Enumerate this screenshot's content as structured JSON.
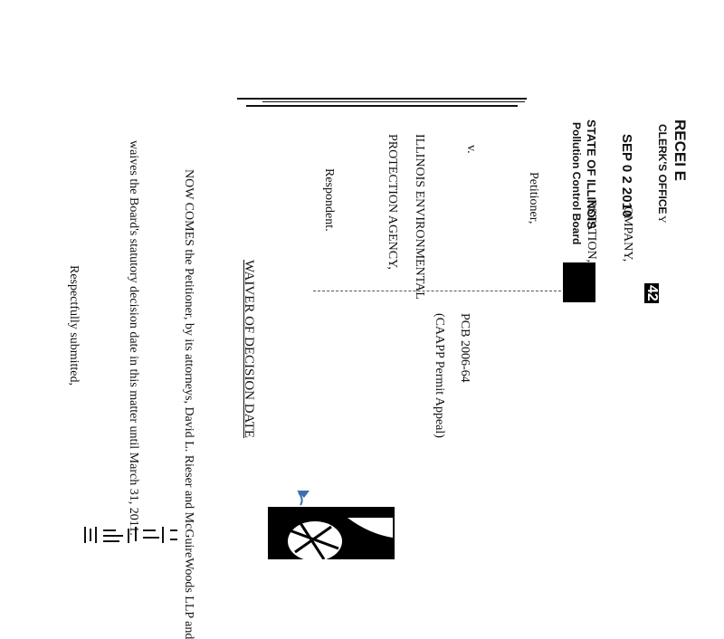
{
  "stamp": {
    "received": "RECEI E",
    "clerks_office": "CLERK'S OFFICE",
    "date": "SEP 0 2 2010",
    "state": "STATE OF ILLINOIS",
    "board": "Pollution Control Board",
    "seal_number": "42"
  },
  "caption": {
    "by_fragment": "Y",
    "petitioner_name_1": "OMPANY,",
    "petitioner_name_2": "RSTATION,",
    "petitioner_label": "Petitioner,",
    "v": "v.",
    "respondent_name_1": "ILLINOIS ENVIRONMENTAL",
    "respondent_name_2": "PROTECTION AGENCY,",
    "respondent_label": "Respondent.",
    "case_number": "PCB 2006-64",
    "case_type": "(CAAPP Permit Appeal)"
  },
  "title": "WAIVER OF DECISION DATE",
  "body": {
    "line1": "NOW COMES the Petitioner, by its attorneys, David L. Rieser and McGuireWoods LLP and",
    "line2": "waives the Board's statutory decision date in this matter until March 31, 2011."
  },
  "closing": "Respectfully submitted,"
}
